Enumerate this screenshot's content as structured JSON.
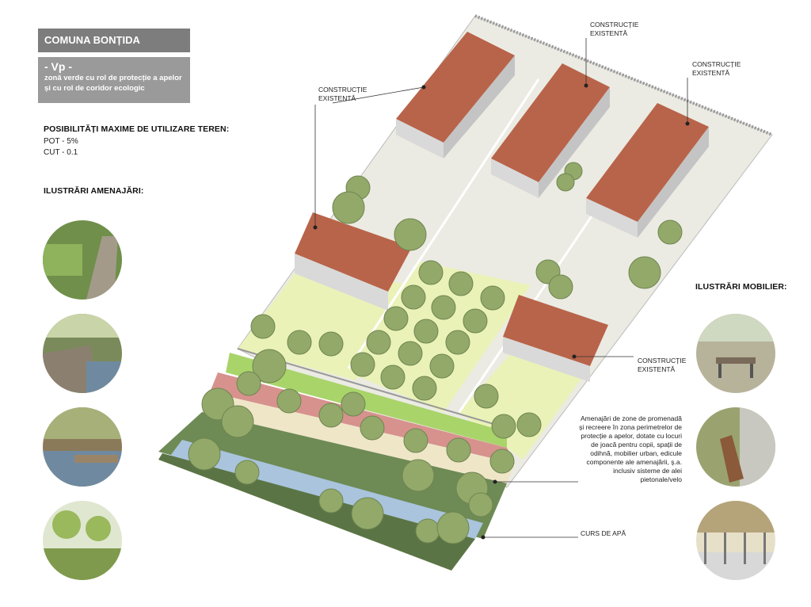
{
  "title": "COMUNA BONȚIDA",
  "zone": {
    "code": "- Vp -",
    "desc_line1": "zonă verde cu rol de protecție a apelor",
    "desc_line2": "și cu rol de coridor ecologic"
  },
  "usage": {
    "heading": "POSIBILITĂȚI MAXIME DE UTILIZARE TEREN:",
    "pot": "POT  - 5%",
    "cut": "CUT  - 0.1"
  },
  "landscaping_heading": "ILUSTRĂRI  AMENAJĂRI:",
  "furniture_heading": "ILUSTRĂRI MOBILIER:",
  "labels": {
    "existing_line1": "CONSTRUCȚIE",
    "existing_line2": "EXISTENTĂ",
    "watercourse": "CURS DE APĂ",
    "promenade": [
      "Amenajări de zone de promenadă",
      "și recreere în zona perimetrelor de",
      "protecție a apelor, dotate cu locuri",
      "de joacă pentru copii, spații de",
      "odihnă, mobilier urban, edicule",
      "componente ale amenajării, ș.a.",
      "inclusiv sisteme de alei",
      "pietonale/velo"
    ]
  },
  "colors": {
    "roof": "#b8644a",
    "tree": "#93a96a",
    "lawn": "#e8efb4",
    "water": "#a9c4dc",
    "riverbank": "#5f7a4c",
    "path": "#c98a86"
  }
}
